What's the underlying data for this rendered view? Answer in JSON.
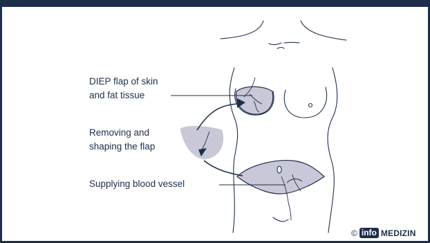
{
  "labels": {
    "flap": [
      "DIEP flap of skin",
      "and fat tissue"
    ],
    "shaping": [
      "Removing and",
      "shaping the flap"
    ],
    "vessel": "Supplying blood vessel"
  },
  "credit": {
    "symbol": "©",
    "box": "info",
    "word": "MEDIZIN"
  },
  "colors": {
    "navy": "#1c2e4a",
    "tissue": "#c9c8d8"
  }
}
